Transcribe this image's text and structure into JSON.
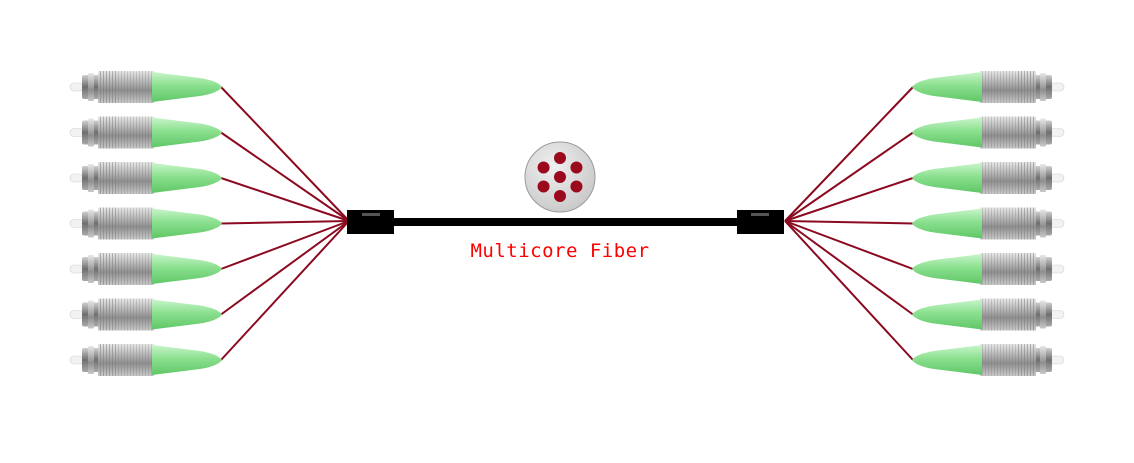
{
  "caption": "Multicore Fiber",
  "connectors_per_side": 7,
  "core_count": 7,
  "colors": {
    "caption": "#ff0000",
    "fiber_leads": "#8b0a20",
    "cores": "#9a0a1c",
    "cross_section_fill": "#dcdcdc",
    "cable": "#000000",
    "boot": "#8be08f",
    "connector_body": "#a8a8a8",
    "ferrule": "#f2f2f2"
  },
  "icons": {
    "connector": "fc-connector-icon",
    "cross_section": "multicore-cross-section-icon",
    "fanout": "fanout-block-icon"
  }
}
